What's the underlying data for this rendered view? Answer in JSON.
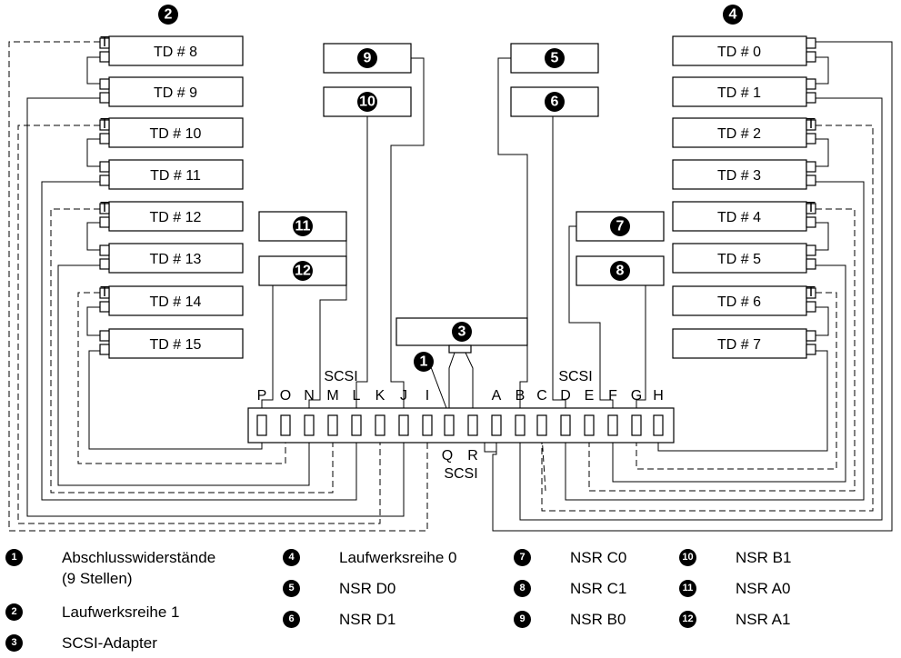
{
  "row1": {
    "callout": "2",
    "drives": [
      {
        "label": "TD # 8",
        "term": "T"
      },
      {
        "label": "TD # 9",
        "term": ""
      },
      {
        "label": "TD # 10",
        "term": "T"
      },
      {
        "label": "TD # 11",
        "term": ""
      },
      {
        "label": "TD # 12",
        "term": "T"
      },
      {
        "label": "TD # 13",
        "term": ""
      },
      {
        "label": "TD # 14",
        "term": "T"
      },
      {
        "label": "TD # 15",
        "term": ""
      }
    ]
  },
  "row0": {
    "callout": "4",
    "drives": [
      {
        "label": "TD # 0",
        "term": ""
      },
      {
        "label": "TD # 1",
        "term": ""
      },
      {
        "label": "TD # 2",
        "term": "T"
      },
      {
        "label": "TD # 3",
        "term": ""
      },
      {
        "label": "TD # 4",
        "term": "T"
      },
      {
        "label": "TD # 5",
        "term": ""
      },
      {
        "label": "TD # 6",
        "term": "T"
      },
      {
        "label": "TD # 7",
        "term": ""
      }
    ]
  },
  "nsr_boxes": [
    "9",
    "10",
    "5",
    "6",
    "11",
    "12",
    "7",
    "8"
  ],
  "adapter": {
    "callout": "3"
  },
  "terminator_callout": "1",
  "ports_left": [
    "P",
    "O",
    "N",
    "M",
    "L",
    "K",
    "J",
    "I"
  ],
  "ports_right": [
    "A",
    "B",
    "C",
    "D",
    "E",
    "F",
    "G",
    "H"
  ],
  "ports_bottom": [
    "Q",
    "R"
  ],
  "scsi_labels": [
    "SCSI",
    "SCSI",
    "SCSI"
  ],
  "legend": [
    {
      "num": "1",
      "text": "Abschlusswiderstände",
      "text2": "(9 Stellen)"
    },
    {
      "num": "2",
      "text": "Laufwerksreihe 1"
    },
    {
      "num": "3",
      "text": "SCSI-Adapter"
    },
    {
      "num": "4",
      "text": "Laufwerksreihe 0"
    },
    {
      "num": "5",
      "text": "NSR D0"
    },
    {
      "num": "6",
      "text": "NSR D1"
    },
    {
      "num": "7",
      "text": "NSR C0"
    },
    {
      "num": "8",
      "text": "NSR C1"
    },
    {
      "num": "9",
      "text": "NSR B0"
    },
    {
      "num": "10",
      "text": "NSR B1"
    },
    {
      "num": "11",
      "text": "NSR A0"
    },
    {
      "num": "12",
      "text": "NSR A1"
    }
  ]
}
